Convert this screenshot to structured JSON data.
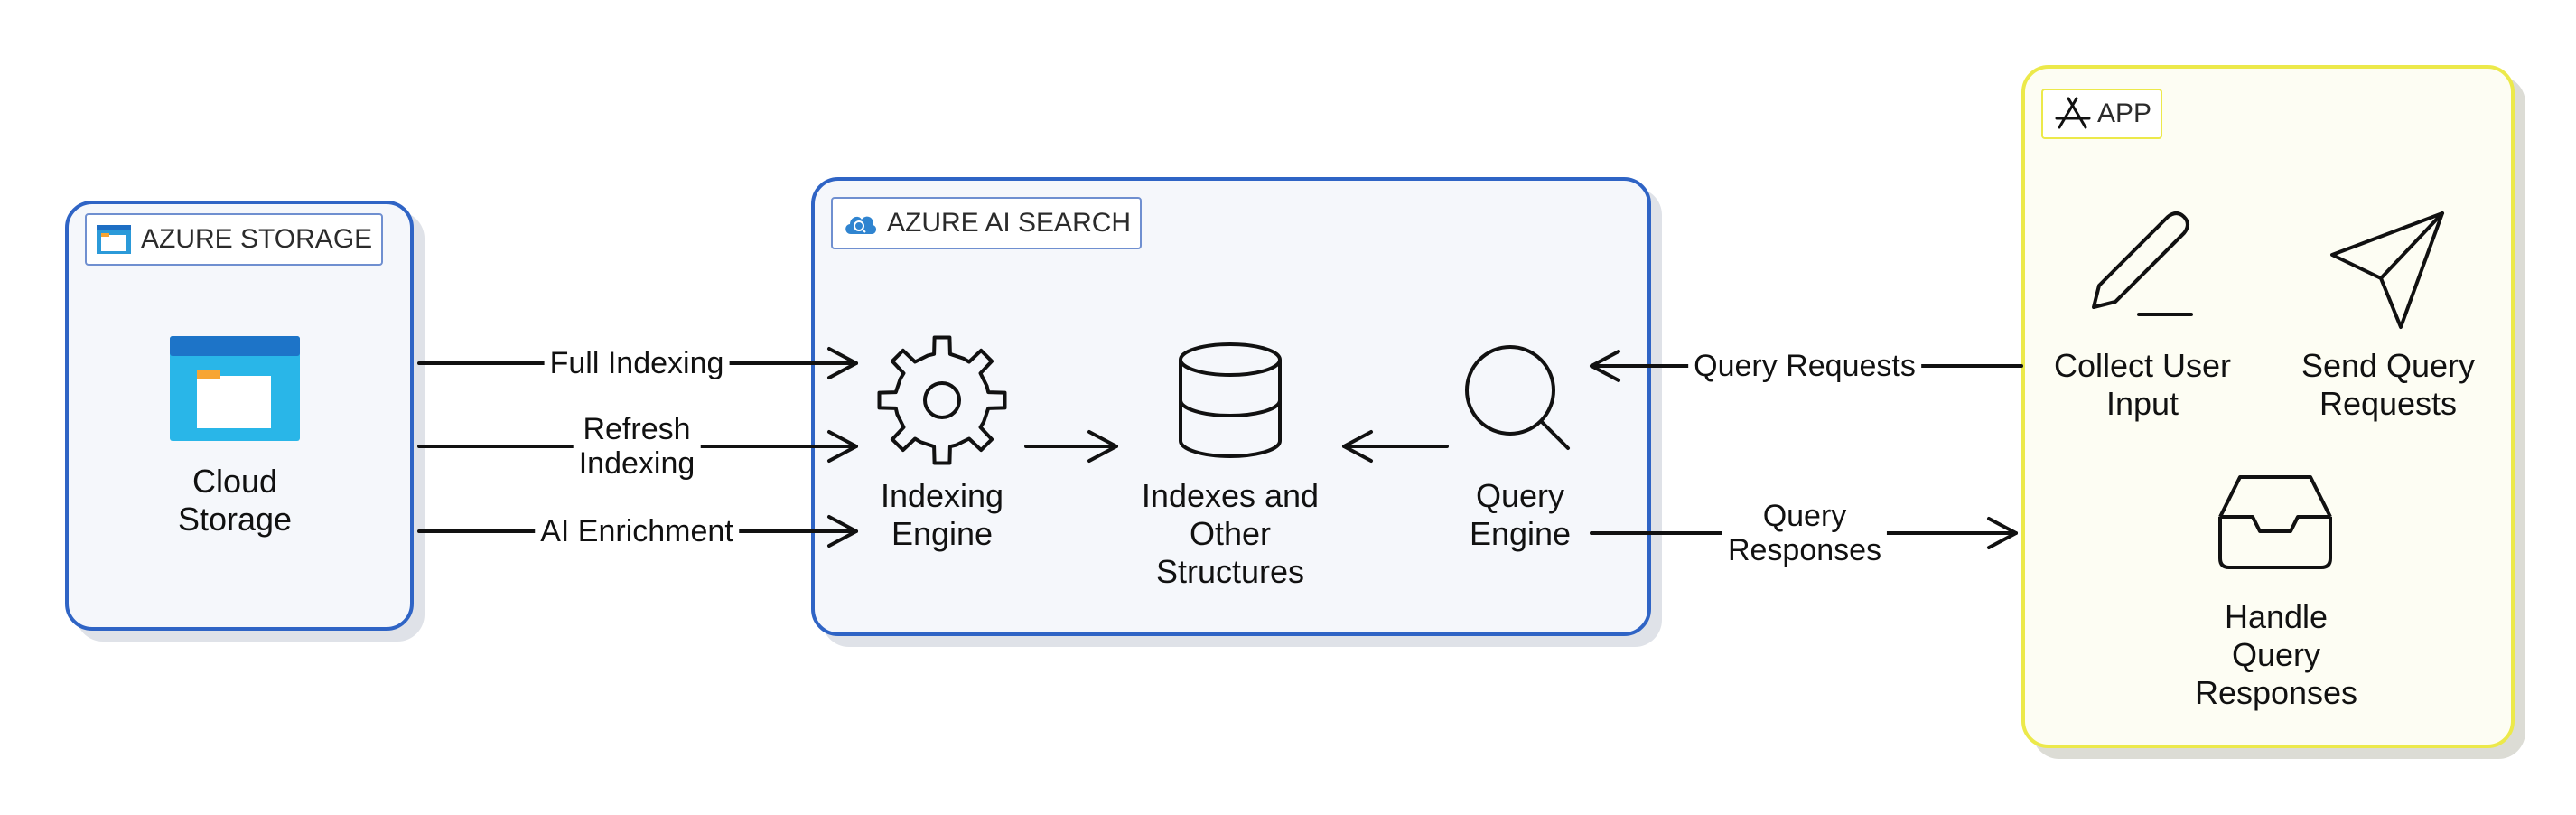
{
  "groups": {
    "storage": {
      "title": "AZURE STORAGE",
      "icon": "storage-window-icon"
    },
    "search": {
      "title": "AZURE AI SEARCH",
      "icon": "cloud-search-icon"
    },
    "app": {
      "title": "APP",
      "icon": "app-store-icon"
    }
  },
  "nodes": {
    "cloud_storage": {
      "label": "Cloud\nStorage",
      "icon": "cloud-storage-icon"
    },
    "indexing_engine": {
      "label": "Indexing\nEngine",
      "icon": "gear-icon"
    },
    "indexes": {
      "label": "Indexes and\nOther\nStructures",
      "icon": "database-icon"
    },
    "query_engine": {
      "label": "Query\nEngine",
      "icon": "magnifier-icon"
    },
    "collect_input": {
      "label": "Collect User\nInput",
      "icon": "pencil-icon"
    },
    "send_query": {
      "label": "Send Query\nRequests",
      "icon": "paper-plane-icon"
    },
    "handle_responses": {
      "label": "Handle\nQuery\nResponses",
      "icon": "inbox-tray-icon"
    }
  },
  "edges": {
    "full_indexing": "Full Indexing",
    "refresh_indexing": "Refresh\nIndexing",
    "ai_enrichment": "AI Enrichment",
    "query_requests": "Query Requests",
    "query_responses": "Query\nResponses"
  },
  "colors": {
    "azure_border": "#2f64c5",
    "app_border": "#ece94a",
    "stroke": "#111111",
    "azure_icon": "#29b6e8"
  }
}
